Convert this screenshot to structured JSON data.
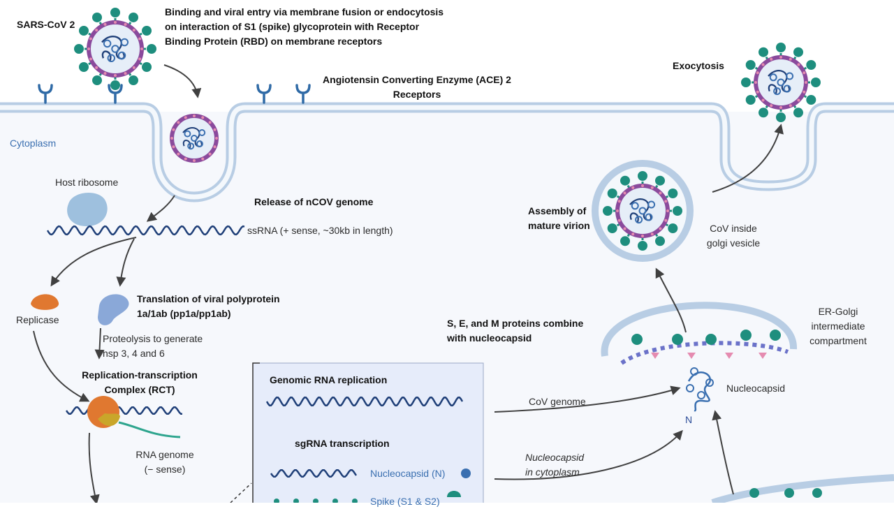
{
  "labels": {
    "sars_cov2": "SARS-CoV 2",
    "binding_l1": "Binding and viral entry via membrane fusion or endocytosis",
    "binding_l2": "on interaction of S1 (spike) glycoprotein with Receptor",
    "binding_l3": "Binding Protein (RBD) on membrane receptors",
    "ace2_l1": "Angiotensin Converting Enzyme (ACE) 2",
    "ace2_l2": "Receptors",
    "exocytosis": "Exocytosis",
    "cytoplasm": "Cytoplasm",
    "host_ribosome": "Host ribosome",
    "release_genome": "Release of nCOV genome",
    "ssrna": "ssRNA (+ sense, ~30kb in length)",
    "assembly_l1": "Assembly of",
    "assembly_l2": "mature virion",
    "cov_golgi_l1": "CoV inside",
    "cov_golgi_l2": "golgi vesicle",
    "replicase": "Replicase",
    "translation_l1": "Translation of viral polyprotein",
    "translation_l2": "1a/1ab (pp1a/pp1ab)",
    "proteolysis_l1": "Proteolysis to generate",
    "proteolysis_l2": "nsp 3, 4 and 6",
    "sem_l1": "S, E, and M proteins combine",
    "sem_l2": "with nucleocapsid",
    "er_golgi_l1": "ER-Golgi",
    "er_golgi_l2": "intermediate",
    "er_golgi_l3": "compartment",
    "rct_l1": "Replication-transcription",
    "rct_l2": "Complex (RCT)",
    "genomic_rna_replication": "Genomic RNA replication",
    "sgrna_transcription": "sgRNA transcription",
    "nucleocapsid_n": "Nucleocapsid (N)",
    "cov_genome": "CoV genome",
    "nucleocapsid": "Nucleocapsid",
    "n_letter": "N",
    "nuc_cyto_l1": "Nucleocapsid",
    "nuc_cyto_l2": "in cytoplasm",
    "rna_genome_l1": "RNA genome",
    "rna_genome_l2": "(− sense)",
    "spike_partial": "Spike (S1 & S2)"
  },
  "colors": {
    "membrane": "#b8cde4",
    "receptor": "#2f6aa6",
    "spike": "#1e8e7e",
    "envelope": "#8a4a9c",
    "virus_fill": "#e6eef8",
    "rna": "#1f3f78",
    "replicase": "#e07830",
    "ribosome": "#8eb6d8",
    "panel": "#e6ecfa",
    "arrow": "#404040",
    "rna_minus": "#2ea58e"
  }
}
